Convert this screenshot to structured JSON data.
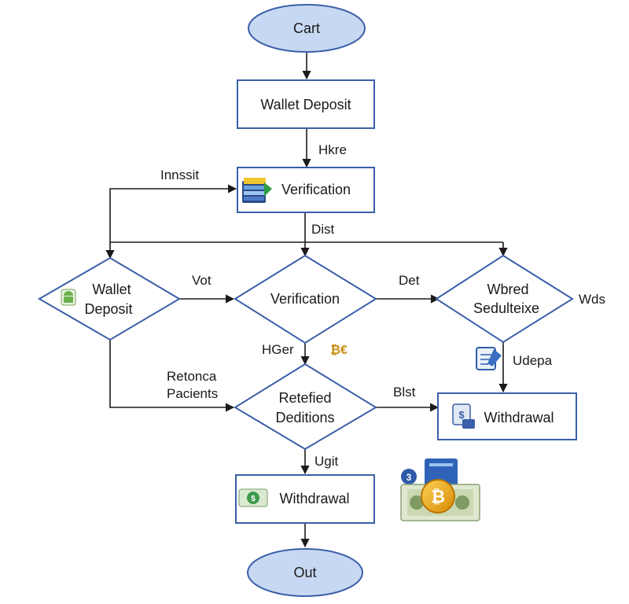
{
  "nodes": {
    "start": "Cart",
    "wallet_deposit_box": "Wallet Deposit",
    "verification_box": "Verification",
    "wallet_deposit_diamond": [
      "Wallet",
      "Deposit"
    ],
    "verification_diamond": "Verification",
    "wbred_diamond": [
      "Wbred",
      "Sedulteixe"
    ],
    "retiefied_diamond": [
      "Retefied",
      "Deditions"
    ],
    "withdrawal_right": "Withdrawal",
    "withdrawal_bottom": "Withdrawal",
    "end": "Out"
  },
  "edge_labels": {
    "hkre": "Hkre",
    "innssit": "Innssit",
    "dist": "Dist",
    "vot": "Vot",
    "det": "Det",
    "wds": "Wds",
    "hger": "HGer",
    "coin_symbol": "₿€",
    "udepa": "Udepa",
    "retonca": [
      "Retonca",
      "Pacients"
    ],
    "blst": "Blst",
    "ugit": "Ugit"
  },
  "icons": [
    "stack-cards-icon",
    "android-icon",
    "notepad-icon",
    "money-icon",
    "cash-icon",
    "bitcoin-coins-icon"
  ],
  "colors": {
    "box_border": "#3b5fa8",
    "ellipse_fill": "#c7d8f2",
    "edge": "#1b1b1b"
  }
}
